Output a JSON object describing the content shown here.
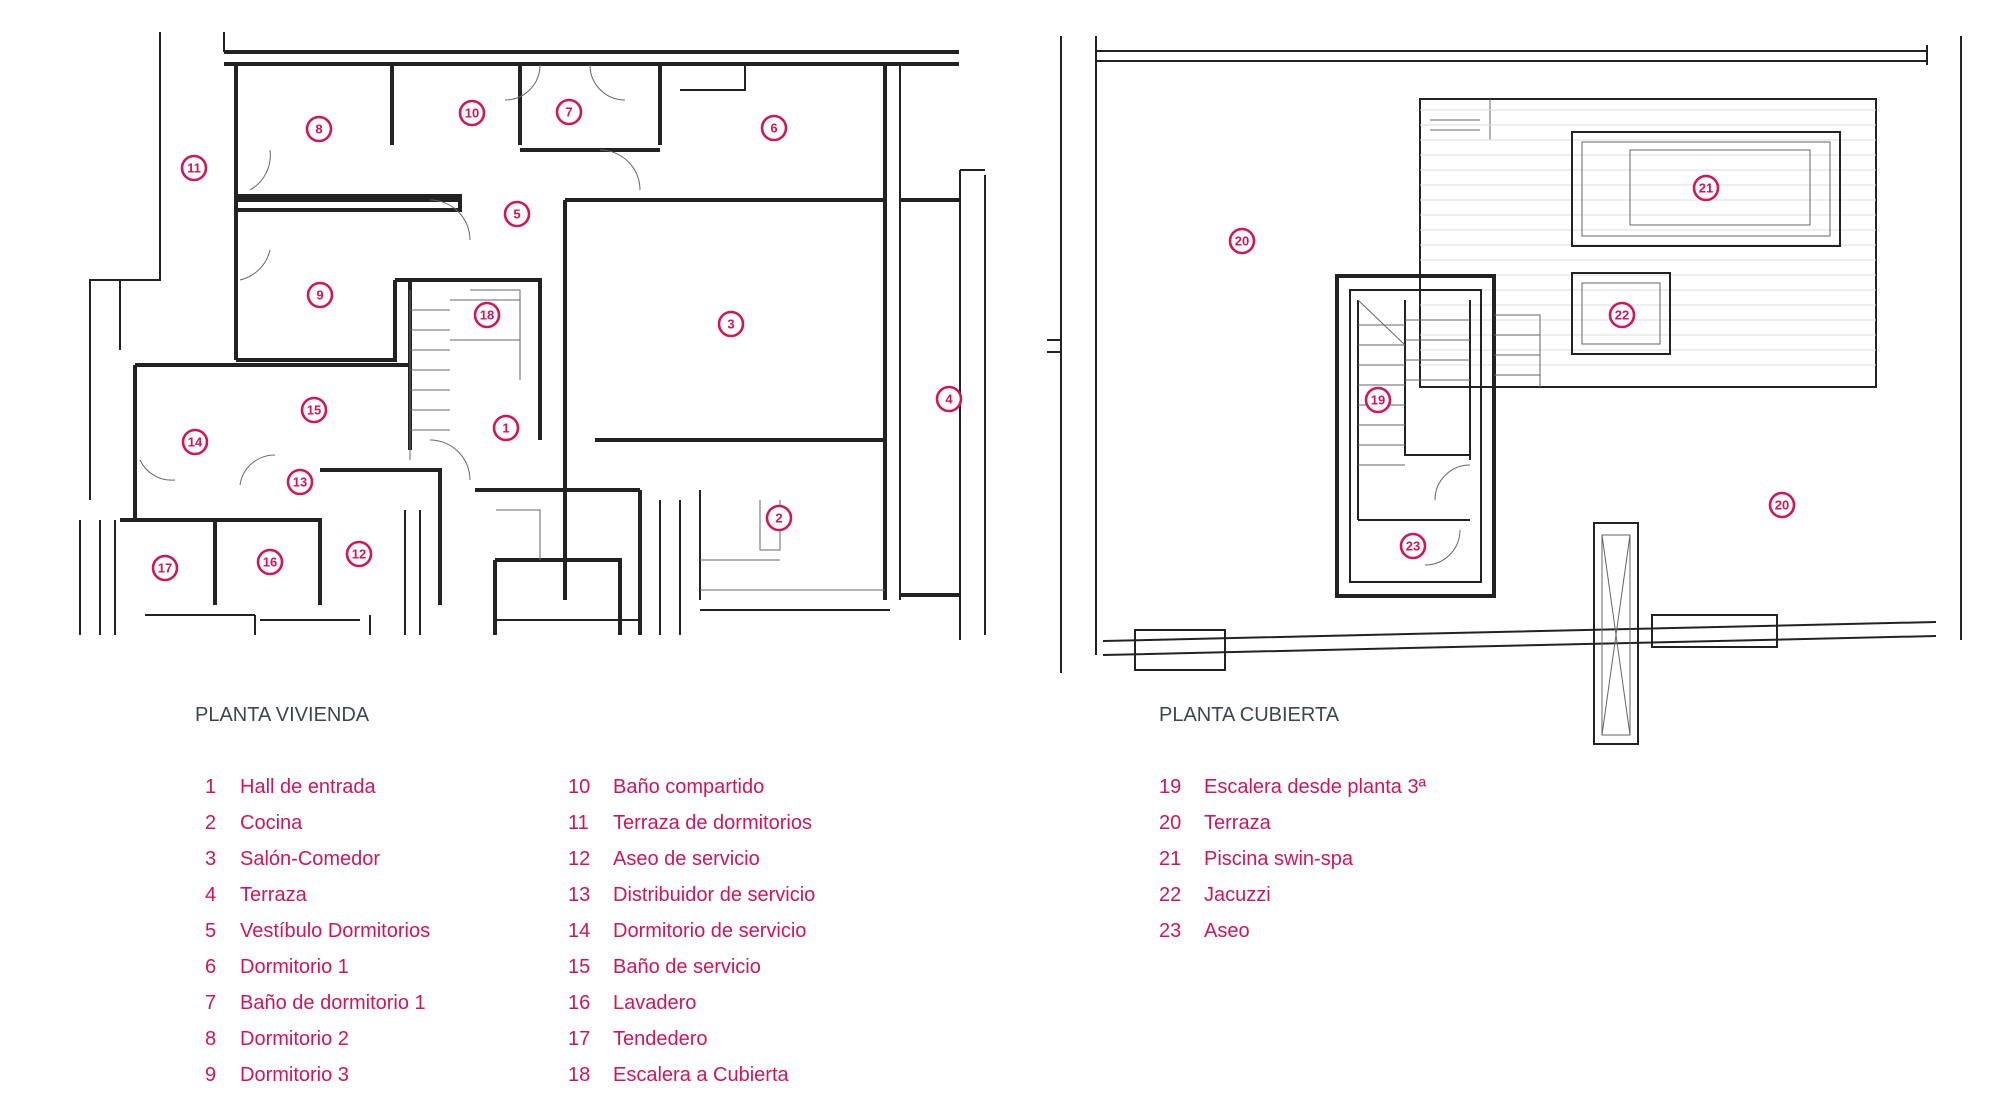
{
  "accent_color": "#d4145a",
  "planta_vivienda": {
    "title": "PLANTA VIVIENDA",
    "legend_col1": [
      {
        "n": "1",
        "label": "Hall de entrada"
      },
      {
        "n": "2",
        "label": "Cocina"
      },
      {
        "n": "3",
        "label": "Salón-Comedor"
      },
      {
        "n": "4",
        "label": "Terraza"
      },
      {
        "n": "5",
        "label": "Vestíbulo Dormitorios"
      },
      {
        "n": "6",
        "label": "Dormitorio 1"
      },
      {
        "n": "7",
        "label": "Baño de dormitorio 1"
      },
      {
        "n": "8",
        "label": "Dormitorio 2"
      },
      {
        "n": "9",
        "label": "Dormitorio 3"
      }
    ],
    "legend_col2": [
      {
        "n": "10",
        "label": "Baño compartido"
      },
      {
        "n": "11",
        "label": "Terraza de dormitorios"
      },
      {
        "n": "12",
        "label": "Aseo de servicio"
      },
      {
        "n": "13",
        "label": "Distribuidor de servicio"
      },
      {
        "n": "14",
        "label": "Dormitorio de servicio"
      },
      {
        "n": "15",
        "label": "Baño de servicio"
      },
      {
        "n": "16",
        "label": "Lavadero"
      },
      {
        "n": "17",
        "label": "Tendedero"
      },
      {
        "n": "18",
        "label": "Escalera a Cubierta"
      }
    ]
  },
  "planta_cubierta": {
    "title": "PLANTA CUBIERTA",
    "legend": [
      {
        "n": "19",
        "label": "Escalera desde planta 3ª"
      },
      {
        "n": "20",
        "label": "Terraza"
      },
      {
        "n": "21",
        "label": "Piscina swin-spa"
      },
      {
        "n": "22",
        "label": "Jacuzzi"
      },
      {
        "n": "23",
        "label": "Aseo"
      }
    ]
  },
  "markers": [
    "1",
    "2",
    "3",
    "4",
    "5",
    "6",
    "7",
    "8",
    "9",
    "10",
    "11",
    "12",
    "13",
    "14",
    "15",
    "16",
    "17",
    "18",
    "19",
    "20",
    "20",
    "21",
    "22",
    "23"
  ]
}
